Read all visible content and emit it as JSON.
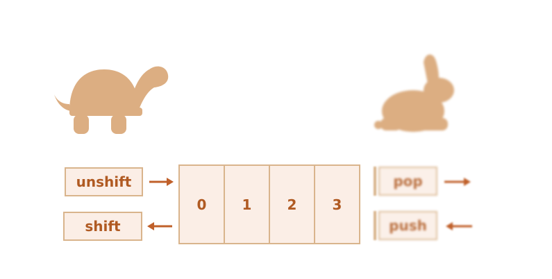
{
  "methods": {
    "unshift": "unshift",
    "shift": "shift",
    "pop": "pop",
    "push": "push"
  },
  "array_cells": [
    "0",
    "1",
    "2",
    "3"
  ],
  "colors": {
    "accent": "#b05a22",
    "border": "#d9b48c",
    "fill": "#fbeee6",
    "animal": "#dcae82",
    "arrow": "#c0602a"
  },
  "icons": [
    "turtle-icon",
    "rabbit-icon"
  ]
}
